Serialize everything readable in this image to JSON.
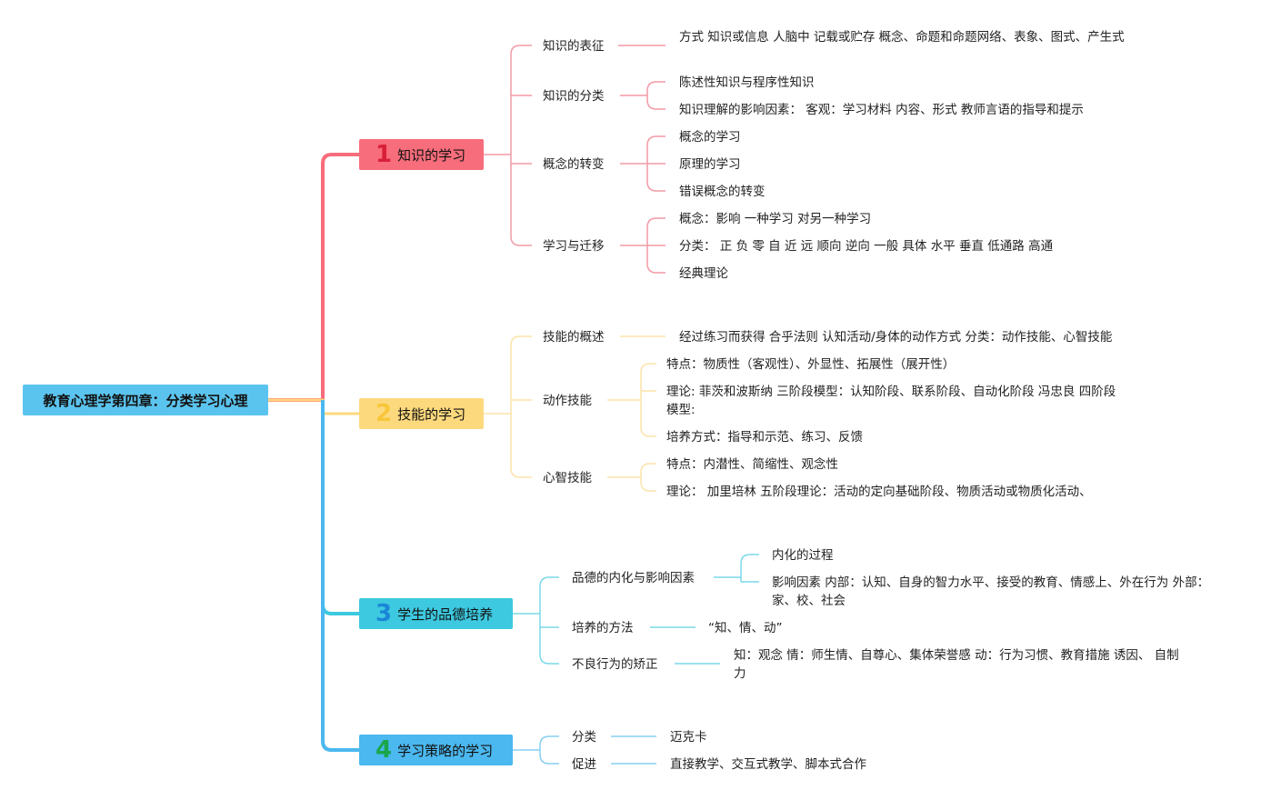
{
  "root": {
    "label": "教育心理学第四章：分类学习心理"
  },
  "branches": [
    {
      "num": "1",
      "label": "知识的学习",
      "children": [
        {
          "label": "知识的表征",
          "leaves": [
            "方式 知识或信息 人脑中 记载或贮存 概念、命题和命题网络、表象、图式、产生式"
          ]
        },
        {
          "label": "知识的分类",
          "leaves": [
            "陈述性知识与程序性知识",
            "知识理解的影响因素： 客观：学习材料 内容、形式 教师言语的指导和提示"
          ]
        },
        {
          "label": "概念的转变",
          "leaves": [
            "概念的学习",
            "原理的学习",
            "错误概念的转变"
          ]
        },
        {
          "label": "学习与迁移",
          "leaves": [
            "概念：影响 一种学习 对另一种学习",
            "分类： 正 负 零 自 近 远 顺向 逆向 一般 具体 水平 垂直 低通路 高通",
            "经典理论"
          ]
        }
      ]
    },
    {
      "num": "2",
      "label": "技能的学习",
      "children": [
        {
          "label": "技能的概述",
          "leaves": [
            "经过练习而获得 合乎法则 认知活动/身体的动作方式 分类：动作技能、心智技能"
          ]
        },
        {
          "label": "动作技能",
          "leaves": [
            "特点：物质性（客观性）、外显性、拓展性（展开性）",
            "理论: 菲茨和波斯纳 三阶段模型：认知阶段、联系阶段、自动化阶段 冯忠良 四阶段模型:",
            "培养方式：指导和示范、练习、反馈"
          ]
        },
        {
          "label": "心智技能",
          "leaves": [
            "特点：内潜性、简缩性、观念性",
            "理论： 加里培林 五阶段理论：活动的定向基础阶段、物质活动或物质化活动、"
          ]
        }
      ]
    },
    {
      "num": "3",
      "label": "学生的品德培养",
      "children": [
        {
          "label": "品德的内化与影响因素",
          "leaves": [
            "内化的过程",
            "影响因素 内部：认知、自身的智力水平、接受的教育、情感上、外在行为 外部：家、校、社会"
          ]
        },
        {
          "label": "培养的方法",
          "leaves": [
            "“知、情、动”"
          ]
        },
        {
          "label": "不良行为的矫正",
          "leaves": [
            "知：观念 情：师生情、自尊心、集体荣誉感 动：行为习惯、教育措施 诱因、 自制力"
          ]
        }
      ]
    },
    {
      "num": "4",
      "label": "学习策略的学习",
      "children": [
        {
          "label": "分类",
          "leaves": [
            "迈克卡"
          ]
        },
        {
          "label": "促进",
          "leaves": [
            "直接教学、交互式教学、脚本式合作"
          ]
        }
      ]
    }
  ],
  "colors": {
    "root": "#5bc4ee",
    "b1": "#f76d7b",
    "b2": "#fdd97e",
    "b3": "#3dc9e0",
    "b4": "#4bb8ef"
  }
}
